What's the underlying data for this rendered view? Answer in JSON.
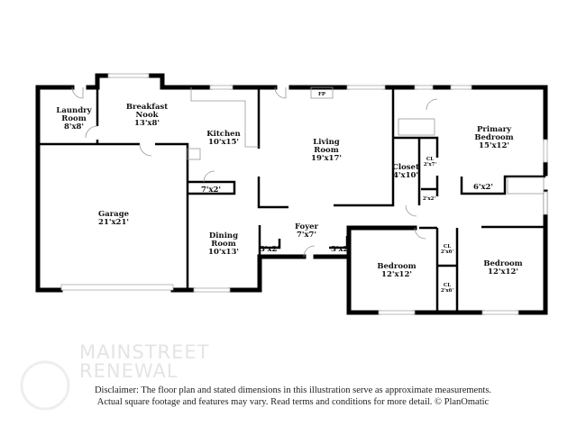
{
  "rooms": [
    {
      "name": "Laundry\nRoom",
      "size": "8'x8'"
    },
    {
      "name": "Breakfast\nNook",
      "size": "13'x8'"
    },
    {
      "name": "Kitchen",
      "size": "10'x15'"
    },
    {
      "name": "Garage",
      "size": "21'x21'"
    },
    {
      "name": "Dining\nRoom",
      "size": "10'x13'"
    },
    {
      "name": "Living\nRoom",
      "size": "19'x17'"
    },
    {
      "name": "Foyer",
      "size": "7'x7'"
    },
    {
      "name": "Closet",
      "size": "4'x10'"
    },
    {
      "name": "Primary\nBedroom",
      "size": "15'x12'"
    },
    {
      "name": "Bedroom",
      "size": "12'x12'"
    },
    {
      "name": "Bedroom",
      "size": "12'x12'"
    }
  ],
  "small_labels": {
    "pantry": "7'x2'",
    "foyer_cl_left": "3'x2'",
    "foyer_cl_right": "3'x2'",
    "fireplace": "FP",
    "cl_2x7": "CL\n2'x7'",
    "cl_2x2": "2'x2'",
    "primary_6x2": "6'x2'",
    "cl_bed_top": "CL\n2'x6'",
    "cl_bed_bottom": "CL\n2'x6'"
  },
  "logo": {
    "text": "MAINSTREET",
    "subtext": "RENEWAL"
  },
  "disclaimer": {
    "line1": "Disclaimer: The floor plan and stated dimensions in this illustration serve as approximate measurements.",
    "line2": "Actual square footage and features may vary. Read terms and conditions for more detail. © PlanOmatic"
  }
}
